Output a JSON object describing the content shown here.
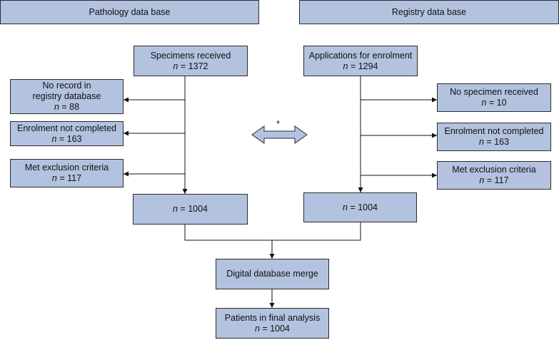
{
  "colors": {
    "box_fill": "#b3c2df",
    "box_border": "#2b2b2b",
    "line": "#111111"
  },
  "headers": {
    "left": "Pathology data base",
    "right": "Registry data base"
  },
  "left": {
    "received": {
      "label": "Specimens received",
      "n": "1372"
    },
    "no_record": {
      "label1": "No record in",
      "label2": "registry database",
      "n": "88"
    },
    "enrol_not_completed": {
      "label": "Enrolment not completed",
      "n": "163"
    },
    "exclusion": {
      "label": "Met exclusion criteria",
      "n": "117"
    },
    "final": {
      "n": "1004"
    }
  },
  "right": {
    "applications": {
      "label": "Applications for enrolment",
      "n": "1294"
    },
    "no_specimen": {
      "label": "No specimen received",
      "n": "10"
    },
    "enrol_not_completed": {
      "label": "Enrolment not completed",
      "n": "163"
    },
    "exclusion": {
      "label": "Met exclusion criteria",
      "n": "117"
    },
    "final": {
      "n": "1004"
    }
  },
  "merge": {
    "label": "Digital database merge"
  },
  "analysis": {
    "label": "Patients in final analysis",
    "n": "1004"
  },
  "n_symbol": "n",
  "n_sep": " = ",
  "asterisk": "*"
}
